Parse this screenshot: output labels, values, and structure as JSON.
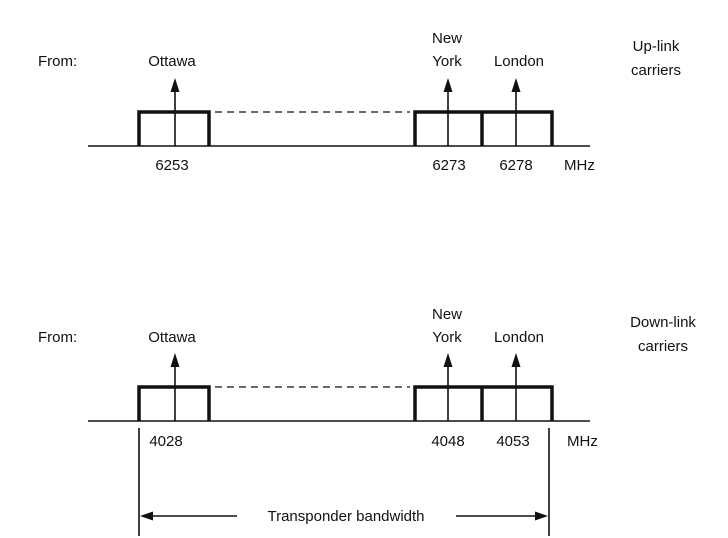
{
  "uplink": {
    "from_label": "From:",
    "sources": [
      {
        "lines": [
          "Ottawa"
        ],
        "freq": "6253"
      },
      {
        "lines": [
          "New",
          "York"
        ],
        "freq": "6273"
      },
      {
        "lines": [
          "London"
        ],
        "freq": "6278"
      }
    ],
    "unit": "MHz",
    "side_label": [
      "Up-link",
      "carriers"
    ]
  },
  "downlink": {
    "from_label": "From:",
    "sources": [
      {
        "lines": [
          "Ottawa"
        ],
        "freq": "4028"
      },
      {
        "lines": [
          "New",
          "York"
        ],
        "freq": "4048"
      },
      {
        "lines": [
          "London"
        ],
        "freq": "4053"
      }
    ],
    "unit": "MHz",
    "side_label": [
      "Down-link",
      "carriers"
    ]
  },
  "bandwidth_label": "Transponder bandwidth"
}
